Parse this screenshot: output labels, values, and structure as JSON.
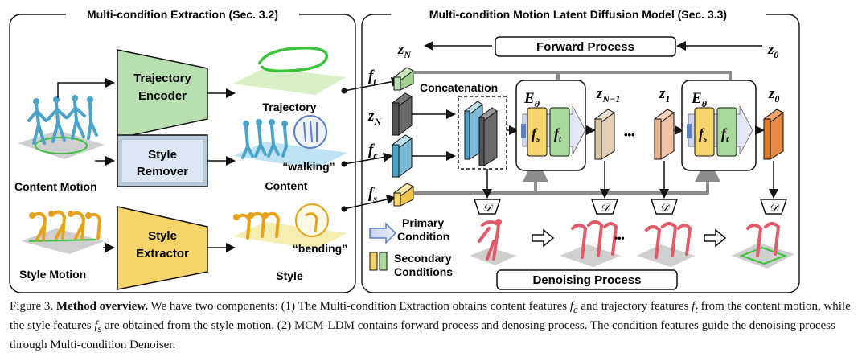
{
  "left_panel": {
    "title": "Multi-condition Extraction (Sec. 3.2)",
    "trajectory_encoder": [
      "Trajectory",
      "Encoder"
    ],
    "style_remover": [
      "Style",
      "Remover"
    ],
    "style_extractor": [
      "Style",
      "Extractor"
    ],
    "trajectory_label": "Trajectory",
    "content_label": "Content",
    "style_label": "Style",
    "content_motion_label": "Content Motion",
    "style_motion_label": "Style Motion",
    "walking_quote": "“walking”",
    "bending_quote": "“bending”"
  },
  "right_panel": {
    "title": "Multi-condition Motion Latent Diffusion Model (Sec. 3.3)",
    "forward_process": "Forward Process",
    "denoising_process": "Denoising Process",
    "concatenation": "Concatenation",
    "primary_condition": [
      "Primary",
      "Condition"
    ],
    "secondary_conditions": [
      "Secondary",
      "Conditions"
    ],
    "symbols": {
      "zN_top": "z",
      "zN_top_sub": "N",
      "z0_top": "z",
      "z0_top_sub": "0",
      "ft": "f",
      "ft_sub": "t",
      "zN": "z",
      "zN_sub": "N",
      "fc": "f",
      "fc_sub": "c",
      "fs": "f",
      "fs_sub": "s",
      "E1": "E",
      "E1_sub": "θ",
      "E2": "E",
      "E2_sub": "θ",
      "zN1": "z",
      "zN1_sub": "N−1",
      "z1": "z",
      "z1_sub": "1",
      "z0_out": "z",
      "z0_out_sub": "0",
      "fs_box": "f",
      "fs_box_sub": "s",
      "ft_box": "f",
      "ft_box_sub": "t",
      "D": "𝒟",
      "dots": "•••"
    }
  },
  "caption": {
    "prefix": "Figure 3.",
    "bold": "Method overview.",
    "text": "We have two components: (1) The Multi-condition Extraction obtains content features f_c and trajectory features f_t from the content motion, while the style features f_s are obtained from the style motion. (2) MCM-LDM contains forward process and denosing process. The condition features guide the denoising process through Multi-condition Denoiser.",
    "parts": [
      "We have two components: (1) The Multi-condition Extraction obtains content features ",
      "f",
      "c",
      " and trajectory features ",
      "f",
      "t",
      " from the content motion, while the style features ",
      "f",
      "s",
      " are obtained from the style motion. (2) MCM-LDM contains forward process and denosing process. The condition features guide the denoising process through Multi-condition Denoiser."
    ]
  },
  "colors": {
    "encoder_green": "#b7dfb0",
    "remover_blue": "#c5daf0",
    "extractor_yellow": "#f7d46a",
    "trajectory_stroke": "#3ac33a",
    "content_figure": "#4aa3c9",
    "style_figure": "#e6a21a",
    "output_figure": "#e05a67",
    "fs_blue": "#9fb3e6",
    "ft_green": "#a8d99b",
    "z0_orange": "#e0792a",
    "arrow_gray": "#8c8c8c"
  }
}
